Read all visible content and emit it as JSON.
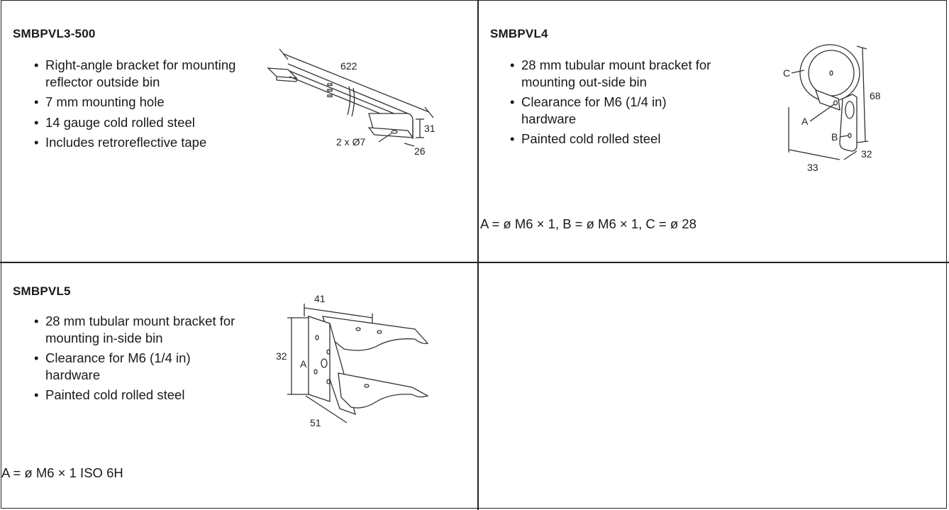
{
  "products": [
    {
      "title": "SMBPVL3-500",
      "bullets": [
        "Right-angle bracket for mounting reflector outside bin",
        "7 mm mounting hole",
        "14 gauge cold rolled steel",
        "Includes retroreflective tape"
      ],
      "note": "",
      "drawing": {
        "dim_length": "622",
        "dim_height": "31",
        "dim_depth": "26",
        "hole_label": "2 x Ø7"
      }
    },
    {
      "title": "SMBPVL4",
      "bullets": [
        "28 mm tubular mount bracket for mounting out-side bin",
        "Clearance for M6 (1/4 in) hardware",
        "Painted cold rolled steel"
      ],
      "note": "A = ø M6 × 1, B = ø M6 × 1, C = ø 28",
      "drawing": {
        "label_a": "A",
        "label_b": "B",
        "label_c": "C",
        "dim_height": "68",
        "dim_width": "33",
        "dim_depth": "32"
      }
    },
    {
      "title": "SMBPVL5",
      "bullets": [
        "28 mm tubular mount bracket for mounting in-side bin",
        "Clearance for M6 (1/4 in) hardware",
        "Painted cold rolled steel"
      ],
      "note": "A = ø M6 × 1 ISO 6H",
      "drawing": {
        "label_a": "A",
        "dim_width": "41",
        "dim_height": "32",
        "dim_depth": "51"
      }
    }
  ]
}
